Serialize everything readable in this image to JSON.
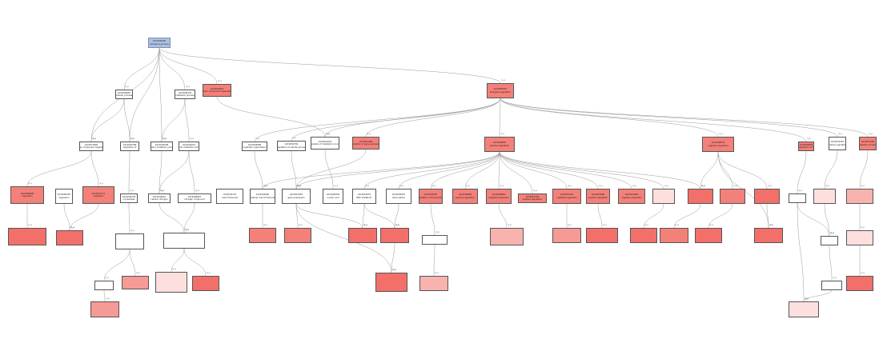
{
  "colors": {
    "root": "#aec1e0",
    "white": "#ffffff",
    "pale": "#fde0de",
    "light": "#f9b3ae",
    "medium": "#f59a94",
    "strong": "#f4807a",
    "deep": "#f27069",
    "edge": "#9a9a9a",
    "border": "#555555"
  },
  "nodes": [
    {
      "id": "n0",
      "l1": "GO:0008150",
      "l2": "biological_process",
      "color": "root"
    },
    {
      "id": "n1",
      "l1": "GO:0009987",
      "l2": "cellular process",
      "color": "white"
    },
    {
      "id": "n2",
      "l1": "GO:0008152",
      "l2": "metabolic process",
      "color": "white"
    },
    {
      "id": "n3",
      "l1": "GO:0071840",
      "l2": "cellular component organization",
      "color": "white"
    },
    {
      "id": "n4",
      "l1": "GO:0016043",
      "l2": "cellular component organization",
      "l3": "",
      "l4": "",
      "color": "strong"
    },
    {
      "id": "n5",
      "l1": "GO:0065007",
      "l2": "biological regulation",
      "color": "strong"
    },
    {
      "id": "n6",
      "l1": "GO:0050789",
      "l2": "regulation of",
      "color": "white"
    },
    {
      "id": "n7",
      "l1": "GO:0044238",
      "l2": "primary metabolic process",
      "color": "white"
    },
    {
      "id": "n8",
      "l1": "GO:0044237",
      "l2": "cellular metabolic process",
      "color": "white"
    },
    {
      "id": "n9",
      "l1": "GO:0006996",
      "l2": "organelle organization",
      "color": "white"
    },
    {
      "id": "n10",
      "l1": "GO:0050794",
      "l2": "regulation of cellular process",
      "color": "white"
    },
    {
      "id": "n11",
      "l1": "GO:0019222",
      "l2": "regulation of metabolic process",
      "color": "white"
    },
    {
      "id": "n12",
      "l1": "GO:0010468",
      "l2": "regulation of gene expression",
      "color": "strong"
    },
    {
      "id": "n13",
      "l1": "GO:0048518",
      "l2": "positive regulation",
      "color": "strong"
    },
    {
      "id": "n14",
      "l1": "GO:0048519",
      "l2": "negative regulation",
      "color": "strong"
    },
    {
      "id": "n15",
      "l1": "GO:0009893",
      "l2": "positive regulation of metabolic",
      "color": "strong"
    },
    {
      "id": "n16",
      "l1": "GO:0031325",
      "l2": "positive regulation",
      "color": "white"
    },
    {
      "id": "n17",
      "l1": "GO:0031326",
      "l2": "regulation of cellular",
      "color": "strong"
    },
    {
      "id": "n18",
      "l1": "GO:0080090",
      "l2": "regulation",
      "color": "strong"
    },
    {
      "id": "n19",
      "l1": "GO:0060255",
      "l2": "regulation",
      "color": "white"
    },
    {
      "id": "n20",
      "l1": "GO:0051171",
      "l2": "regulation",
      "color": "strong"
    },
    {
      "id": "n21",
      "l1": "GO:0006139",
      "l2": "nucleobase",
      "color": "white"
    },
    {
      "id": "n22",
      "l1": "GO:0034641",
      "l2": "cellular nitrogen",
      "color": "white"
    },
    {
      "id": "n23",
      "l1": "GO:0006807",
      "l2": "nitrogen compound",
      "color": "white"
    },
    {
      "id": "n24",
      "l1": "GO:0043170",
      "l2": "macromolecule",
      "color": "white"
    },
    {
      "id": "n25",
      "l1": "GO:0044260",
      "l2": "cellular macromolecule",
      "color": "white"
    },
    {
      "id": "n26",
      "l1": "GO:0010467",
      "l2": "gene expression",
      "color": "white"
    },
    {
      "id": "n27",
      "l1": "GO:0090304",
      "l2": "nucleic acid",
      "color": "white"
    },
    {
      "id": "n28",
      "l1": "GO:0016070",
      "l2": "RNA metabolic",
      "color": "white"
    },
    {
      "id": "n29",
      "l1": "GO:0006351",
      "l2": "transcription",
      "color": "white"
    },
    {
      "id": "n30",
      "l1": "GO:0006355",
      "l2": "regulation of transcription",
      "color": "strong"
    },
    {
      "id": "n31",
      "l1": "GO:0045893",
      "l2": "positive regulation",
      "color": "strong"
    },
    {
      "id": "n32",
      "l1": "GO:0045892",
      "l2": "negative regulation",
      "color": "strong"
    },
    {
      "id": "n33",
      "l1": "GO:0051254",
      "l2": "positive regulation",
      "color": "strong"
    },
    {
      "id": "n34",
      "l1": "GO:0051253",
      "l2": "negative regulation",
      "color": "strong"
    },
    {
      "id": "n35",
      "l1": "GO:0010628",
      "l2": "positive regulation",
      "color": "strong"
    },
    {
      "id": "n36",
      "l1": "GO:0010629",
      "l2": "negative regulation",
      "color": "strong"
    }
  ],
  "edge_label": "is_a"
}
